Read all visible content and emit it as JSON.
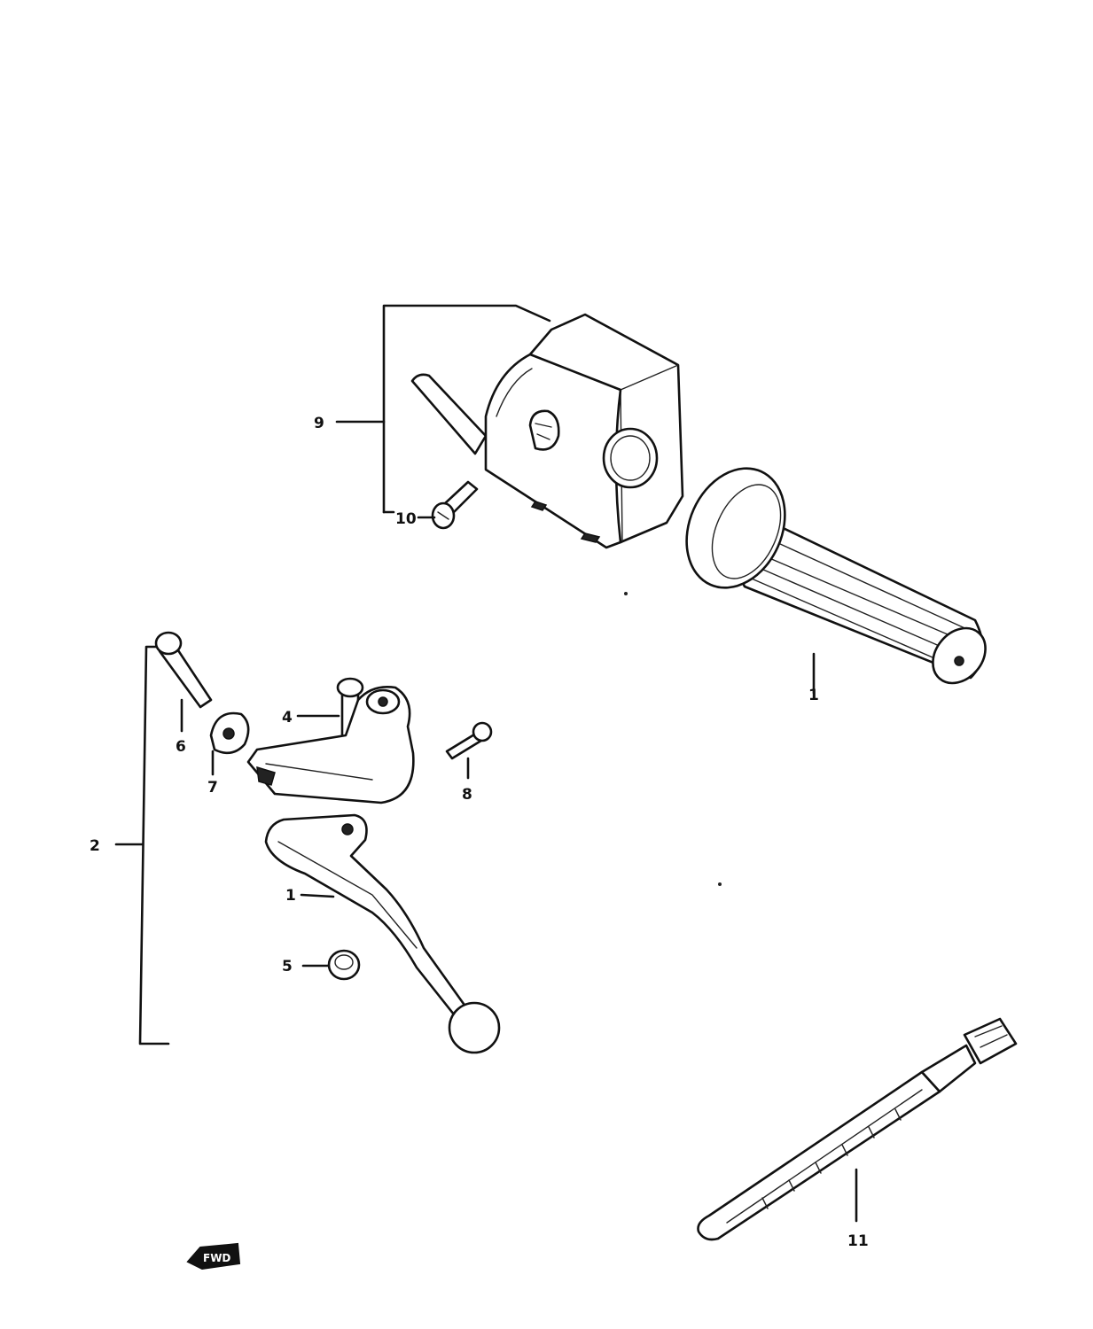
{
  "callouts": {
    "n1_grip": "1",
    "n1_lever": "1",
    "n2": "2",
    "n4": "4",
    "n5": "5",
    "n6": "6",
    "n7": "7",
    "n8": "8",
    "n9": "9",
    "n10": "10",
    "n11": "11"
  },
  "forward_mark": "FWD"
}
